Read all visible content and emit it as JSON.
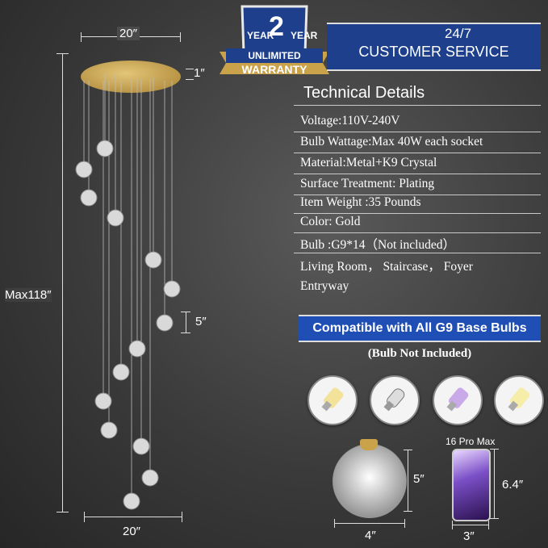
{
  "warranty": {
    "year_left": "YEAR",
    "number": "2",
    "year_right": "YEAR",
    "unlimited": "UNLIMITED",
    "warranty": "WARRANTY"
  },
  "service": {
    "line1": "24/7",
    "line2": "CUSTOMER SERVICE"
  },
  "dimensions": {
    "top_width": "20″",
    "canopy_height": "1″",
    "max_height": "Max118″",
    "spacing": "5″",
    "bottom_width": "20″",
    "shade_height": "5″",
    "shade_width": "4″",
    "phone_label": "16 Pro Max",
    "phone_height": "6.4″",
    "phone_width": "3″"
  },
  "tech": {
    "title": "Technical Details",
    "rows": [
      "Voltage:110V-240V",
      "Bulb Wattage:Max 40W each socket",
      "Material:Metal+K9 Crystal",
      "Surface Treatment:  Plating",
      "Item Weight :35 Pounds",
      "Color: Gold",
      "Bulb :G9*14（Not included）",
      "Living Room， Staircase， Foyer",
      "Entryway"
    ]
  },
  "compat": {
    "banner": "Compatible with All G9 Base Bulbs",
    "note": "(Bulb Not Included)"
  },
  "colors": {
    "gold": "#c9a24a",
    "navy": "#1d3f8c",
    "banner_blue": "#1f4fb5"
  }
}
